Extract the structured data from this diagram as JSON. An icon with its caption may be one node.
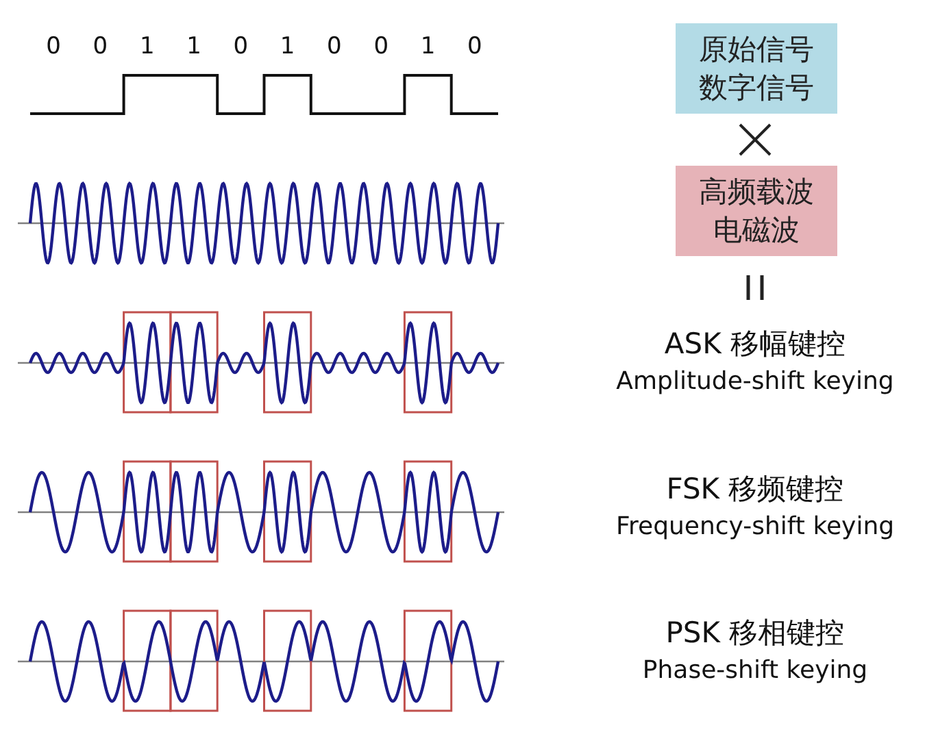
{
  "diagram": {
    "nodes": [
      {
        "text": [
          "原始信号",
          "数字信号"
        ]
      },
      {
        "text": [
          "高频载波",
          "电磁波"
        ]
      }
    ],
    "labels": [
      "0",
      "0",
      "1",
      "1",
      "0",
      "1",
      "0",
      "0",
      "1",
      "0",
      "ASK 移幅键控",
      "Amplitude-shift keying",
      "FSK 移频键控",
      "Frequency-shift keying",
      "PSK 移相键控",
      "Phase-shift keying"
    ]
  }
}
